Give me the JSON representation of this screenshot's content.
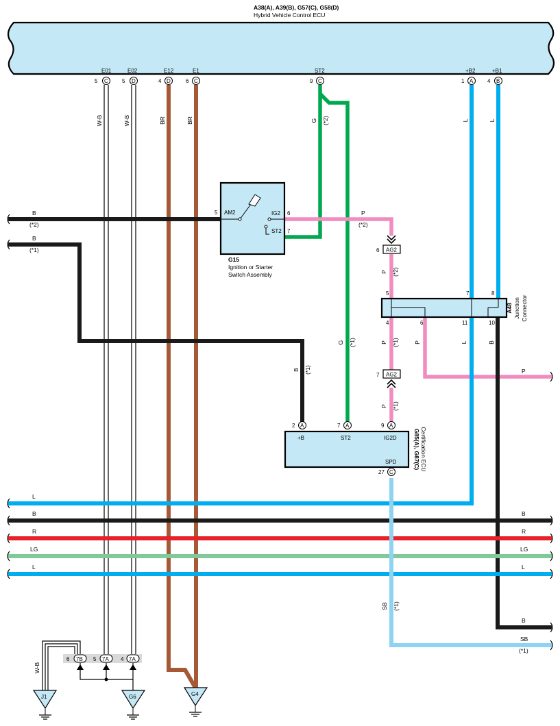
{
  "colors": {
    "box": "#c5e8f6",
    "black": "#1a1a1a",
    "brown": "#a55a35",
    "green": "#00a94f",
    "pink": "#f08cc0",
    "blue": "#00aeef",
    "lightblue": "#8fd3f4",
    "red": "#e8202a",
    "lightgreen": "#7fc99a"
  },
  "hv_ecu": {
    "title": "A38(A), A39(B), G57(C), G58(D)",
    "subtitle": "Hybrid Vehicle Control ECU",
    "pins": [
      {
        "name": "E01",
        "num": "5",
        "conn": "C"
      },
      {
        "name": "E02",
        "num": "5",
        "conn": "D"
      },
      {
        "name": "E12",
        "num": "4",
        "conn": "D"
      },
      {
        "name": "E1",
        "num": "6",
        "conn": "C"
      },
      {
        "name": "ST2",
        "num": "9",
        "conn": "C"
      },
      {
        "name": "+B2",
        "num": "1",
        "conn": "A"
      },
      {
        "name": "+B1",
        "num": "4",
        "conn": "B"
      }
    ]
  },
  "wire_labels": {
    "wb": "W-B",
    "br": "BR",
    "g": "G",
    "l": "L",
    "b": "B",
    "p": "P",
    "r": "R",
    "lg": "LG",
    "sb": "SB",
    "n1": "(*1)",
    "n2": "(*2)"
  },
  "ignition": {
    "code": "G15",
    "name1": "Ignition or Starter",
    "name2": "Switch Assembly",
    "am2": "AM2",
    "ig2": "IG2",
    "st2": "ST2",
    "pin_am2": "5",
    "pin_ig2": "6",
    "pin_st2": "7"
  },
  "junction": {
    "code": "A48",
    "name1": "Junction",
    "name2": "Connector",
    "pin5": "5",
    "pin7": "7",
    "pin8": "8",
    "pin4": "4",
    "pin6": "6",
    "pin11": "11",
    "pin10": "10"
  },
  "ag2": {
    "label": "AG2",
    "pin_top": "6",
    "pin_bottom": "7"
  },
  "cert_ecu": {
    "code": "G85(A), G87(C)",
    "name": "Certification ECU",
    "b_label": "+B",
    "st2_label": "ST2",
    "ig2d_label": "IG2D",
    "spd_label": "SPD",
    "b_num": "2",
    "b_conn": "A",
    "st2_num": "7",
    "st2_conn": "A",
    "ig2d_num": "9",
    "ig2d_conn": "A",
    "spd_num": "27",
    "spd_conn": "C"
  },
  "ground": {
    "j1": "J1",
    "g6": "G6",
    "g4": "G4",
    "c7b_num": "6",
    "c7b": "7B",
    "c7a1_num": "5",
    "c7a1": "7A",
    "c7a2_num": "4",
    "c7a2": "7A"
  }
}
